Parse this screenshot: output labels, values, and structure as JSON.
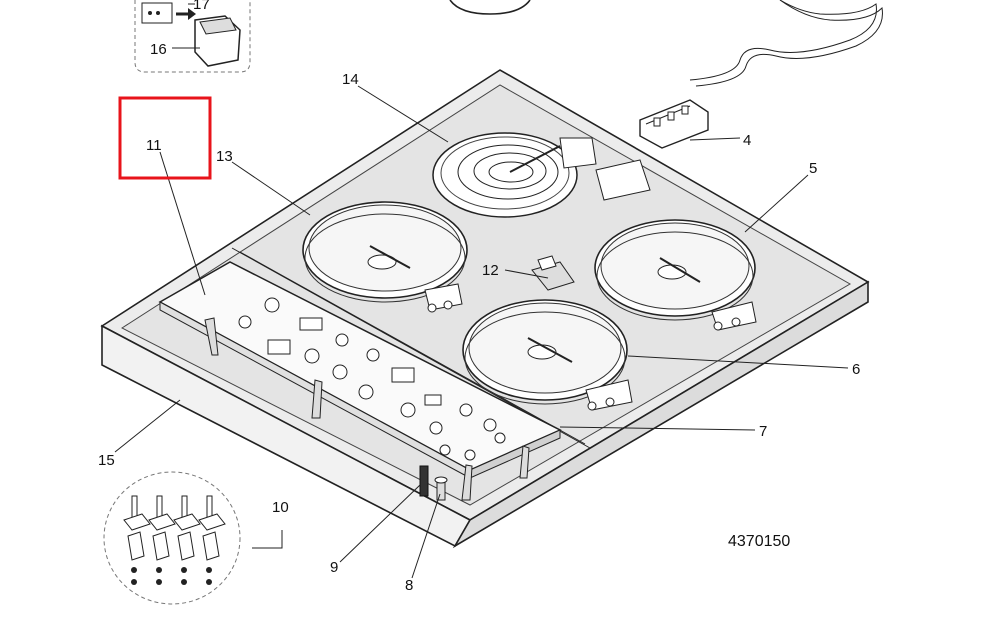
{
  "diagram": {
    "part_number": "4370150",
    "highlight_color": "#e8141b",
    "callouts": {
      "c4": "4",
      "c5": "5",
      "c6": "6",
      "c7": "7",
      "c8": "8",
      "c9": "9",
      "c10": "10",
      "c11": "11",
      "c12": "12",
      "c13": "13",
      "c14": "14",
      "c15": "15",
      "c16": "16",
      "c17": "17"
    }
  }
}
